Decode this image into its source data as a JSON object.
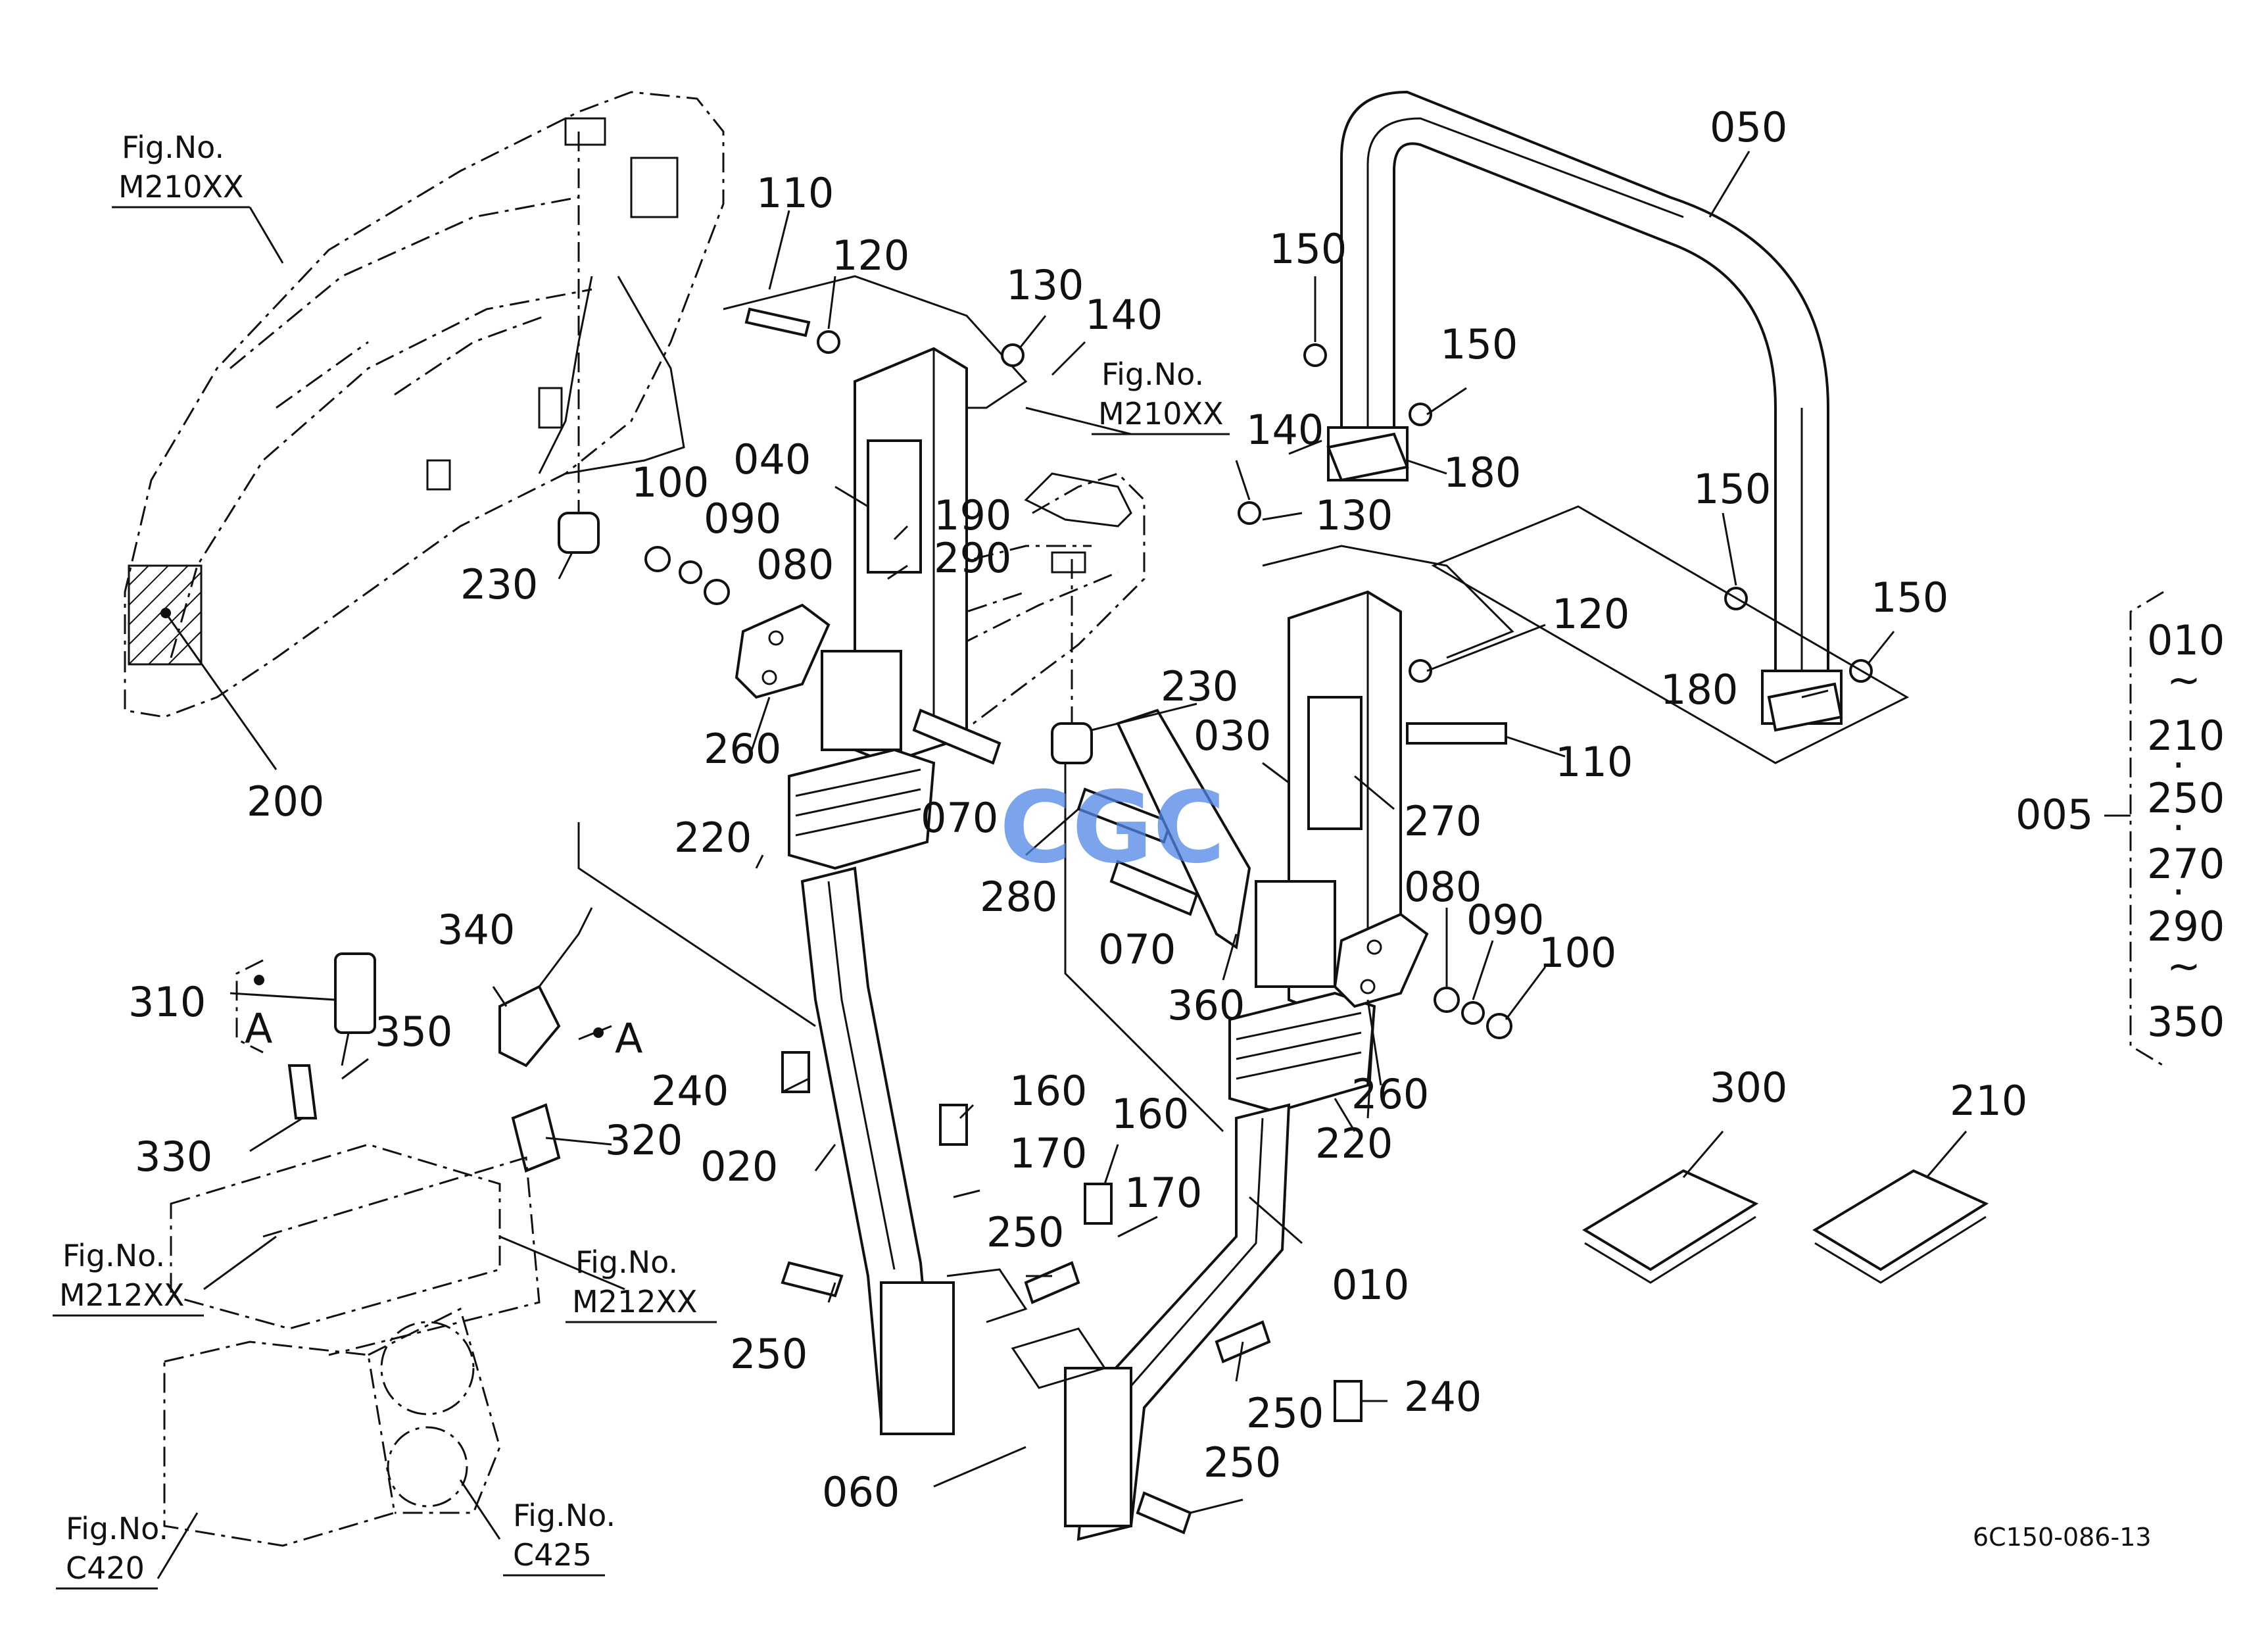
{
  "callouts": {
    "c005": "005",
    "c010": "010",
    "c020": "020",
    "c030": "030",
    "c040": "040",
    "c050": "050",
    "c060": "060",
    "c070a": "070",
    "c070b": "070",
    "c080a": "080",
    "c080b": "080",
    "c090a": "090",
    "c090b": "090",
    "c100a": "100",
    "c100b": "100",
    "c110a": "110",
    "c110b": "110",
    "c120a": "120",
    "c120b": "120",
    "c130a": "130",
    "c130b": "130",
    "c140a": "140",
    "c140b": "140",
    "c150a": "150",
    "c150b": "150",
    "c150c": "150",
    "c150d": "150",
    "c160a": "160",
    "c160b": "160",
    "c170a": "170",
    "c170b": "170",
    "c180a": "180",
    "c180b": "180",
    "c190": "190",
    "c200": "200",
    "c210": "210",
    "c220a": "220",
    "c220b": "220",
    "c230a": "230",
    "c230b": "230",
    "c240a": "240",
    "c240b": "240",
    "c250a": "250",
    "c250b": "250",
    "c250c": "250",
    "c250d": "250",
    "c260a": "260",
    "c260b": "260",
    "c270": "270",
    "c280": "280",
    "c290": "290",
    "c300": "300",
    "c310": "310",
    "c320": "320",
    "c330": "330",
    "c340": "340",
    "c350": "350",
    "c360": "360",
    "markerA1": "A",
    "markerA2": "A"
  },
  "figure_refs": [
    {
      "label": "Fig.No.",
      "code": "M210XX"
    },
    {
      "label": "Fig.No.",
      "code": "M210XX"
    },
    {
      "label": "Fig.No.",
      "code": "M212XX"
    },
    {
      "label": "Fig.No.",
      "code": "M212XX"
    },
    {
      "label": "Fig.No.",
      "code": "C420"
    },
    {
      "label": "Fig.No.",
      "code": "C425"
    }
  ],
  "range_list": {
    "items": [
      "010",
      "~",
      "210",
      "·",
      "250",
      "·",
      "270",
      "·",
      "290",
      "~",
      "350"
    ]
  },
  "watermark": "CGC",
  "drawing_code": "6C150-086-13"
}
